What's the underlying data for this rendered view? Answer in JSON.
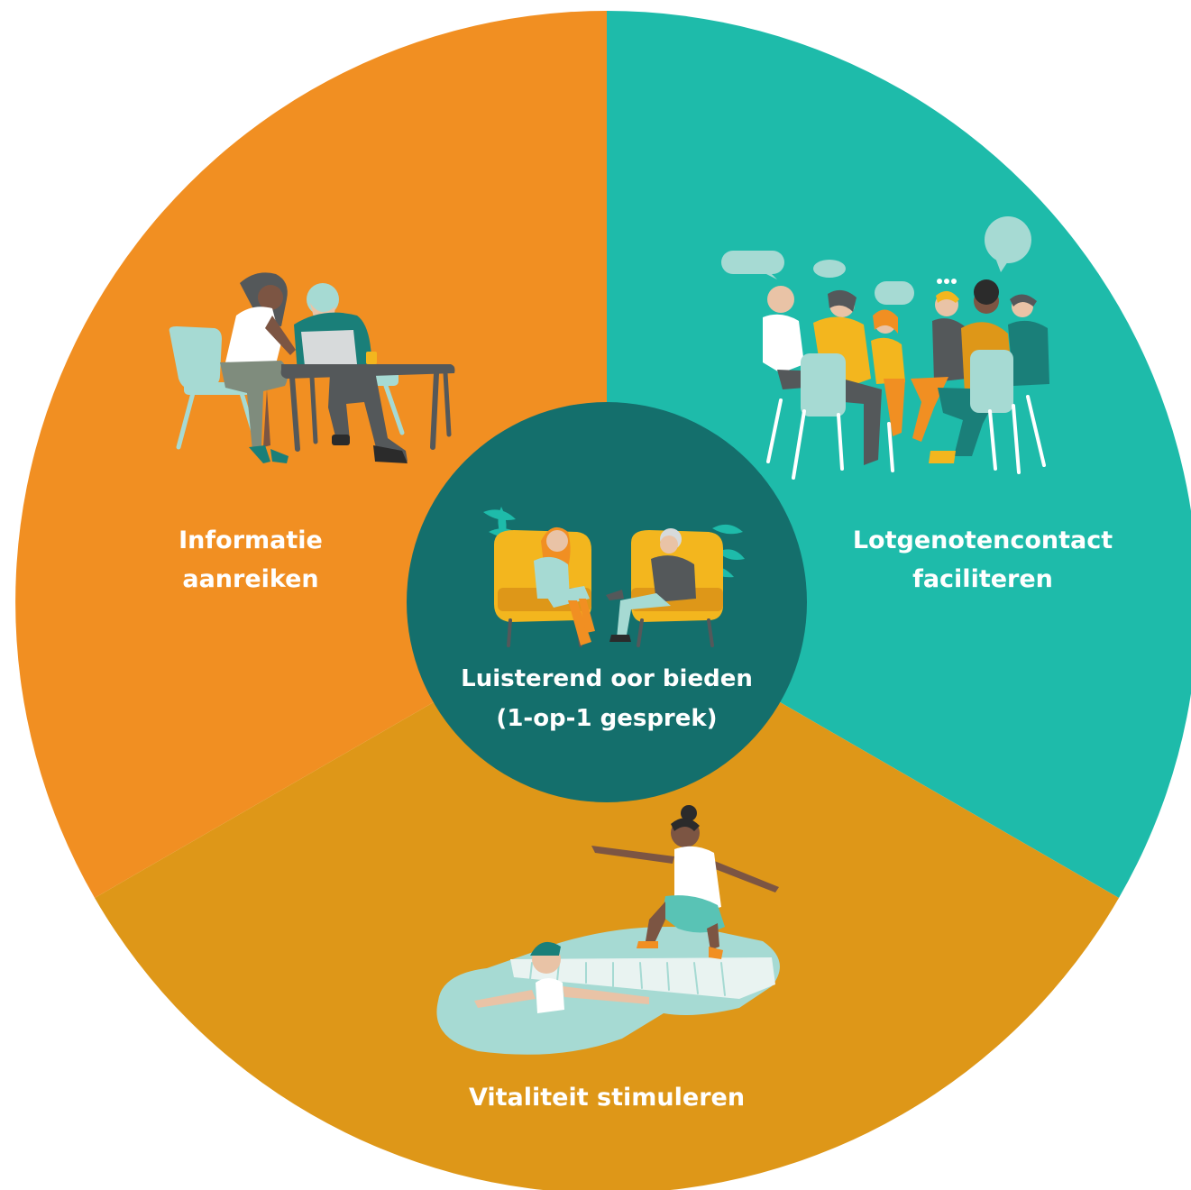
{
  "colors": {
    "orange": "#F18F22",
    "teal": "#1EBBAA",
    "mustard": "#DE9718",
    "center": "#146F6C",
    "white": "#FFFFFF",
    "light_teal": "#A6DAD3",
    "gray": "#54585A",
    "skin_dark": "#7C5543",
    "skin_light": "#E9C3A6",
    "yellow": "#F3B61E"
  },
  "segments": {
    "informatie": {
      "line1": "Informatie",
      "line2": "aanreiken",
      "illustration": "two-people-laptop-table-illustration"
    },
    "lotgenoten": {
      "line1": "Lotgenotencontact",
      "line2": "faciliteren",
      "illustration": "group-conversation-circle-illustration"
    },
    "vitaliteit": {
      "line1": "Vitaliteit stimuleren",
      "illustration": "swimming-pool-exercise-illustration"
    },
    "center": {
      "line1": "Luisterend oor bieden",
      "line2": "(1-op-1 gesprek)",
      "illustration": "two-armchairs-conversation-illustration"
    }
  }
}
